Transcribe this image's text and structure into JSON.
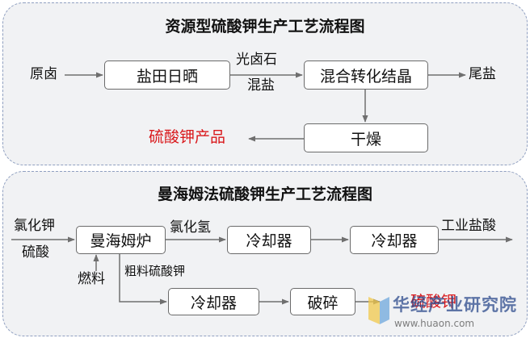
{
  "process1": {
    "title": "资源型硫酸钾生产工艺流程图",
    "raw_brine": "原卤",
    "salt_field": "盐田日晒",
    "intermediate_line1": "光卤石",
    "intermediate_line2": "混盐",
    "mix_convert": "混合转化结晶",
    "tail_salt": "尾盐",
    "drying": "干燥",
    "product": "硫酸钾产品"
  },
  "process2": {
    "title": "曼海姆法硫酸钾生产工艺流程图",
    "input_kcl": "氯化钾",
    "input_h2so4": "硫酸",
    "furnace": "曼海姆炉",
    "fuel": "燃料",
    "hcl": "氯化氢",
    "cooler_a": "冷却器",
    "cooler_b": "冷却器",
    "industrial_acid": "工业盐酸",
    "crude_product": "粗料硫酸钾",
    "cooler_c": "冷却器",
    "crushing": "破碎",
    "output_partial": "硫酸钾"
  },
  "watermark": {
    "brand": "华经产业研究院",
    "site": "www.huaon.com"
  },
  "colors": {
    "panel_bg": "#f1f2f4",
    "panel_border": "#8f9fc0",
    "box_border": "#6b6b6b",
    "arrow": "#6f6f6f",
    "product_red": "#d9181b"
  }
}
